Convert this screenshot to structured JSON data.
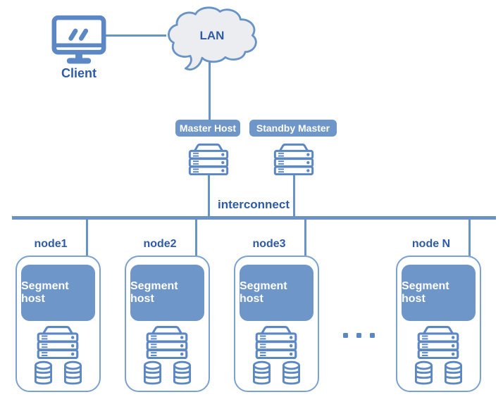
{
  "colors": {
    "icon_stroke": "#5b87c4",
    "line_stroke": "#6793c6",
    "badge_fill": "#6f96c8",
    "label_text": "#2e5ba7",
    "cloud_fill": "#ecedf0",
    "node_border": "#7ba1d0",
    "bus_fill": "#6b92c6"
  },
  "client": {
    "label": "Client"
  },
  "lan": {
    "label": "LAN"
  },
  "masters": [
    {
      "label": "Master Host"
    },
    {
      "label": "Standby Master"
    }
  ],
  "interconnect": {
    "label": "interconnect"
  },
  "nodes": [
    {
      "label": "node1",
      "host_label": "Segment host"
    },
    {
      "label": "node2",
      "host_label": "Segment host"
    },
    {
      "label": "node3",
      "host_label": "Segment host"
    },
    {
      "label": "node N",
      "host_label": "Segment host"
    }
  ]
}
